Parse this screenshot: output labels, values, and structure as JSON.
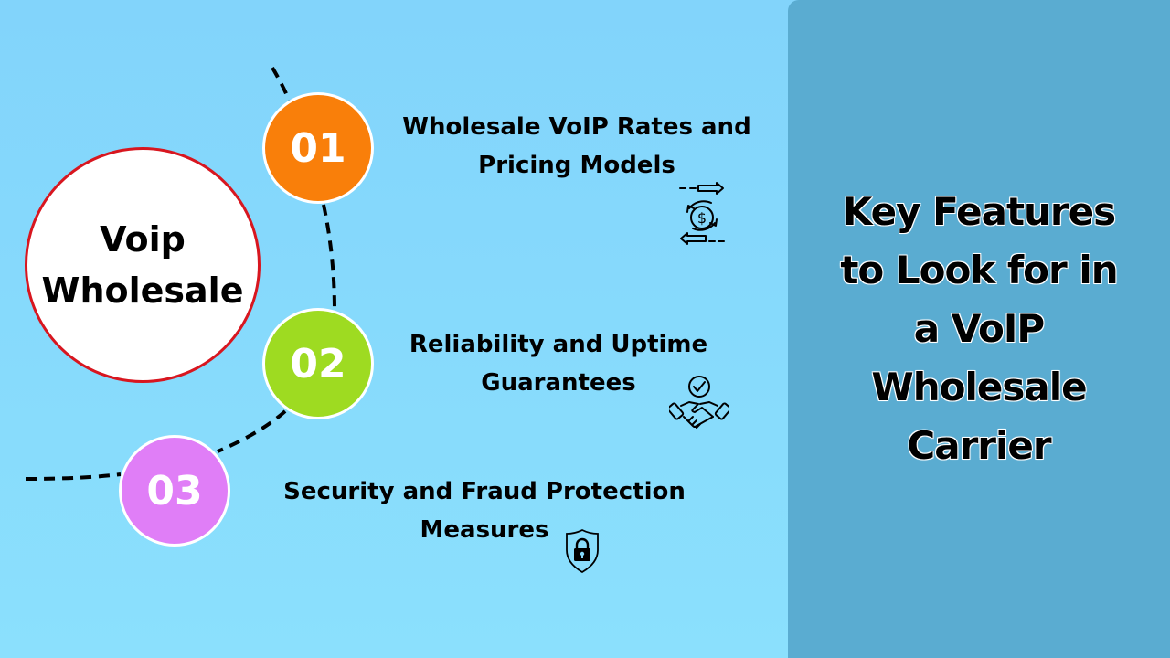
{
  "hub": {
    "line1": "Voip",
    "line2": "Wholesale"
  },
  "steps": [
    {
      "number": "01",
      "color": "#f97f0a",
      "title_line1": "Wholesale VoIP Rates and",
      "title_line2": "Pricing Models",
      "icon": "currency-exchange-icon"
    },
    {
      "number": "02",
      "color": "#9edb21",
      "title_line1": "Reliability and Uptime",
      "title_line2": "Guarantees",
      "icon": "handshake-check-icon"
    },
    {
      "number": "03",
      "color": "#e07ef7",
      "title_line1": "Security and Fraud Protection",
      "title_line2": "Measures",
      "icon": "shield-lock-icon"
    }
  ],
  "panel": {
    "title_lines": [
      "Key Features",
      "to Look for in",
      "a VoIP",
      "Wholesale",
      "Carrier"
    ]
  },
  "colors": {
    "background": "#86dafc",
    "panel": "#5aacd1",
    "hub_border": "#d8161f"
  }
}
